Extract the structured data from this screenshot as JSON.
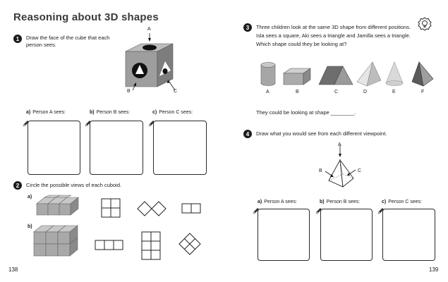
{
  "page_title": "Reasoning about 3D shapes",
  "left": {
    "q1": {
      "number": "1",
      "text_line1": "Draw the face of the cube that each",
      "text_line2": "person sees.",
      "cube_labels": [
        "A",
        "B",
        "C"
      ],
      "parts": [
        {
          "letter": "a)",
          "label": "Person A sees:"
        },
        {
          "letter": "b)",
          "label": "Person B sees:"
        },
        {
          "letter": "c)",
          "label": "Person C sees:"
        }
      ]
    },
    "q2": {
      "number": "2",
      "text": "Circle the possible views of each cuboid.",
      "rows": [
        {
          "letter": "a)"
        },
        {
          "letter": "b)"
        }
      ]
    },
    "page_number": "138"
  },
  "right": {
    "q3": {
      "number": "3",
      "text_line1": "Three children look at the same 3D shape from different positions.",
      "text_line2": "Isla sees a square, Aki sees a triangle and Jamilla sees a triangle.",
      "text_line3": "Which shape could they be looking at?",
      "shape_labels": [
        "A",
        "B",
        "C",
        "D",
        "E",
        "F"
      ],
      "answer_text": "They could be looking at shape ________."
    },
    "q4": {
      "number": "4",
      "text": "Draw what you would see from each different viewpoint.",
      "pyramid_labels": [
        "A",
        "B",
        "C"
      ],
      "parts": [
        {
          "letter": "a)",
          "label": "Person A sees:"
        },
        {
          "letter": "b)",
          "label": "Person B sees:"
        },
        {
          "letter": "c)",
          "label": "Person C sees:"
        }
      ]
    },
    "page_number": "139"
  },
  "icons": {
    "hint": "lightbulb-icon",
    "pencil": "pencil-icon"
  },
  "colors": {
    "number_circle": "#1c1c1c",
    "box_border": "#2a2a2a",
    "shape_grey": "#8a8a8a"
  }
}
